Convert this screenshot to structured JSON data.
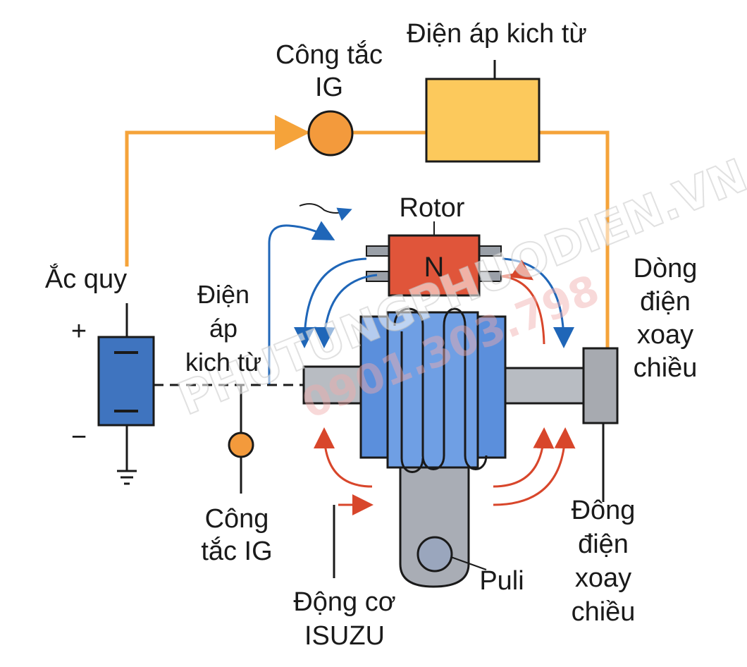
{
  "labels": {
    "excitation_voltage_top": "Điện áp kich từ",
    "ig_switch_top": [
      "Công tắc",
      "IG"
    ],
    "battery": "Ắc quy",
    "battery_plus": "+",
    "battery_minus": "−",
    "excitation_voltage_left": [
      "Điện",
      "áp",
      "kich từ"
    ],
    "rotor": "Rotor",
    "rotor_pole": "N",
    "ac_current_right": [
      "Dòng",
      "điện",
      "xoay",
      "chiều"
    ],
    "ig_switch_bottom": [
      "Công",
      "tắc IG"
    ],
    "engine": [
      "Động cơ",
      "ISUZU"
    ],
    "pulley": "Puli",
    "ac_current_bottom": [
      "Đông",
      "điện",
      "xoay",
      "chiều"
    ]
  },
  "watermark": {
    "brand": "PHUTUNGPHUODIEN.VN",
    "phone": "0901.303.798"
  },
  "colors": {
    "wire": "#f5a33a",
    "switch": "#f39a3c",
    "excitation_box": "#fcc95c",
    "battery": "#3f74bf",
    "stator": "#5b8fdc",
    "rotor_block": "#e0553a",
    "shaft": "#b8bcc2",
    "blue_flux": "#1f66b8",
    "red_flux": "#d8462b"
  }
}
